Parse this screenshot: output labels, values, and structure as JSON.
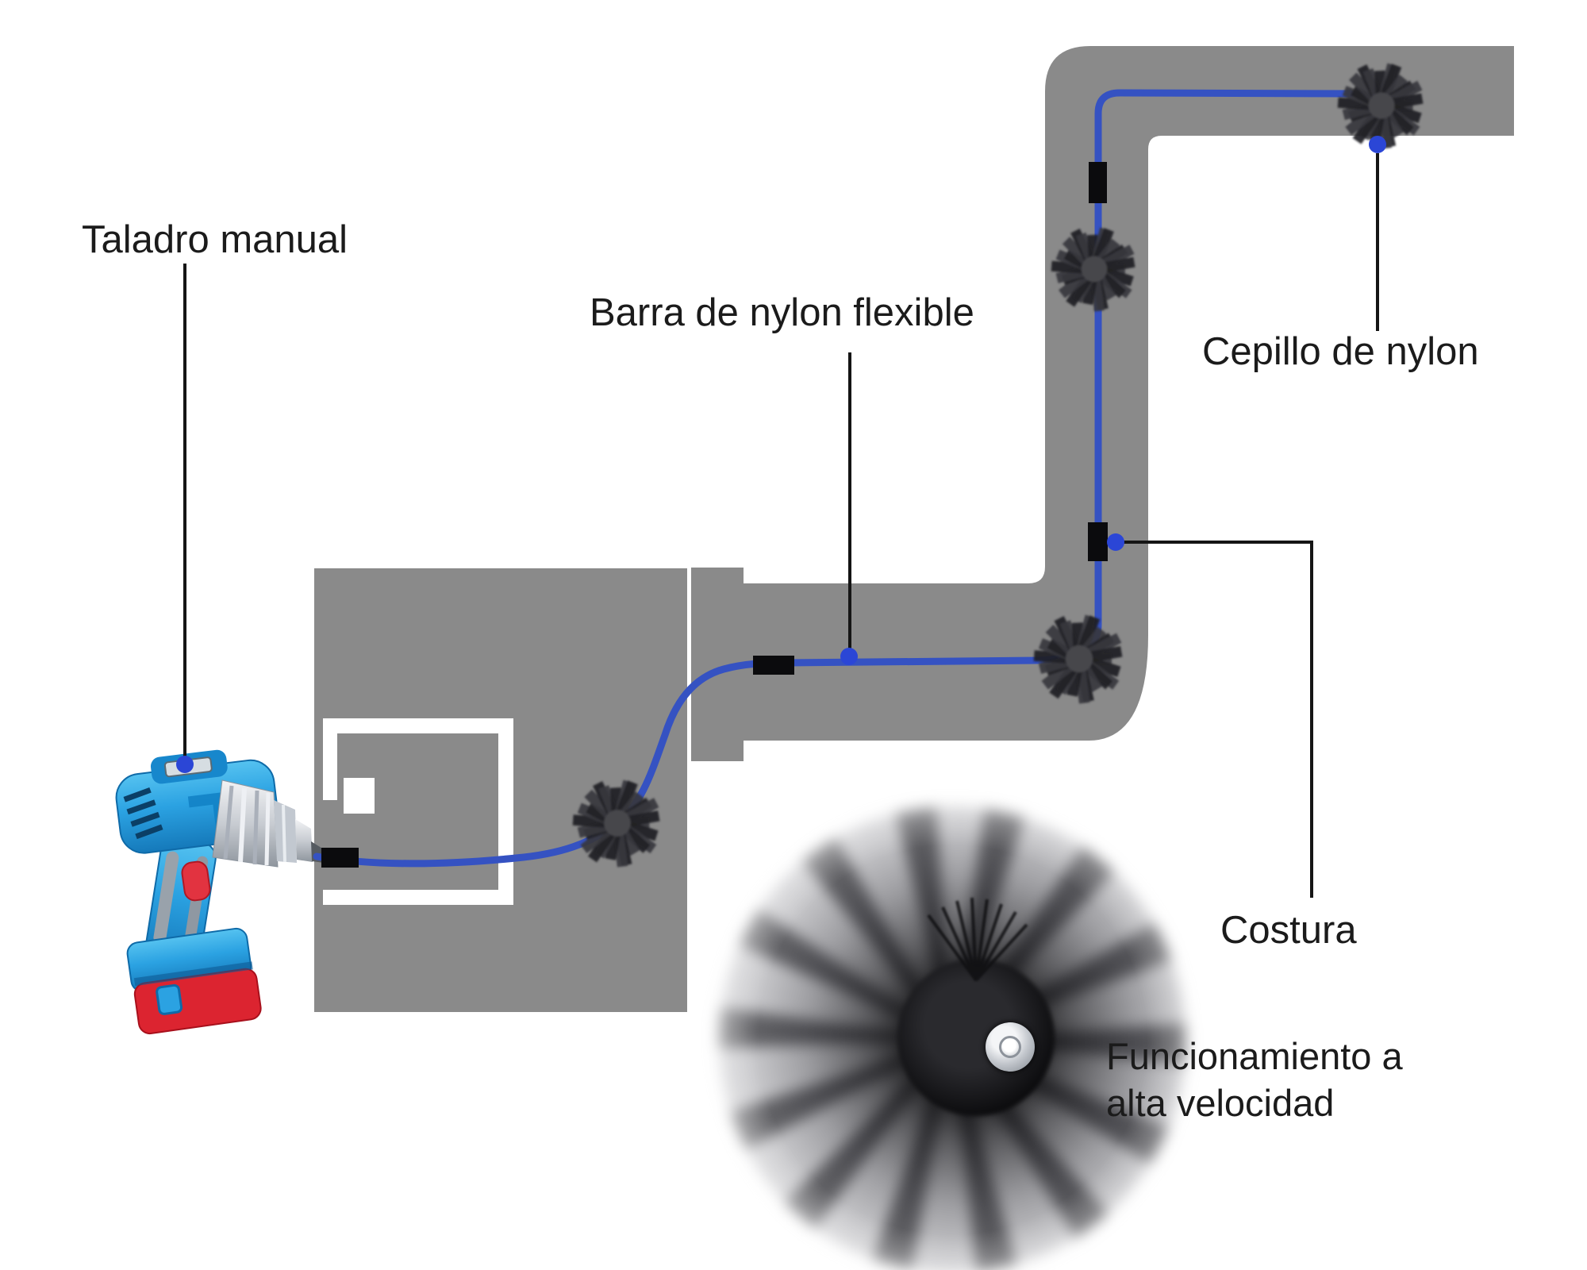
{
  "diagram": {
    "labels": {
      "drill": "Taladro manual",
      "rod": "Barra de nylon flexible",
      "brush": "Cepillo de nylon",
      "seam": "Costura",
      "speed_line1": "Funcionamiento a",
      "speed_line2": "alta velocidad"
    },
    "colors": {
      "duct_gray": "#8a8a8a",
      "rod_blue": "#3552c2",
      "dot_blue": "#2b46d6",
      "connector_black": "#0b0b0d",
      "leader_black": "#151515",
      "text": "#1b1b1b",
      "drill_blue": "#2ba2e2",
      "drill_blue_dark": "#0e6aa8",
      "battery_red": "#dc2430",
      "chuck_silver": "#c8ccd2"
    }
  }
}
